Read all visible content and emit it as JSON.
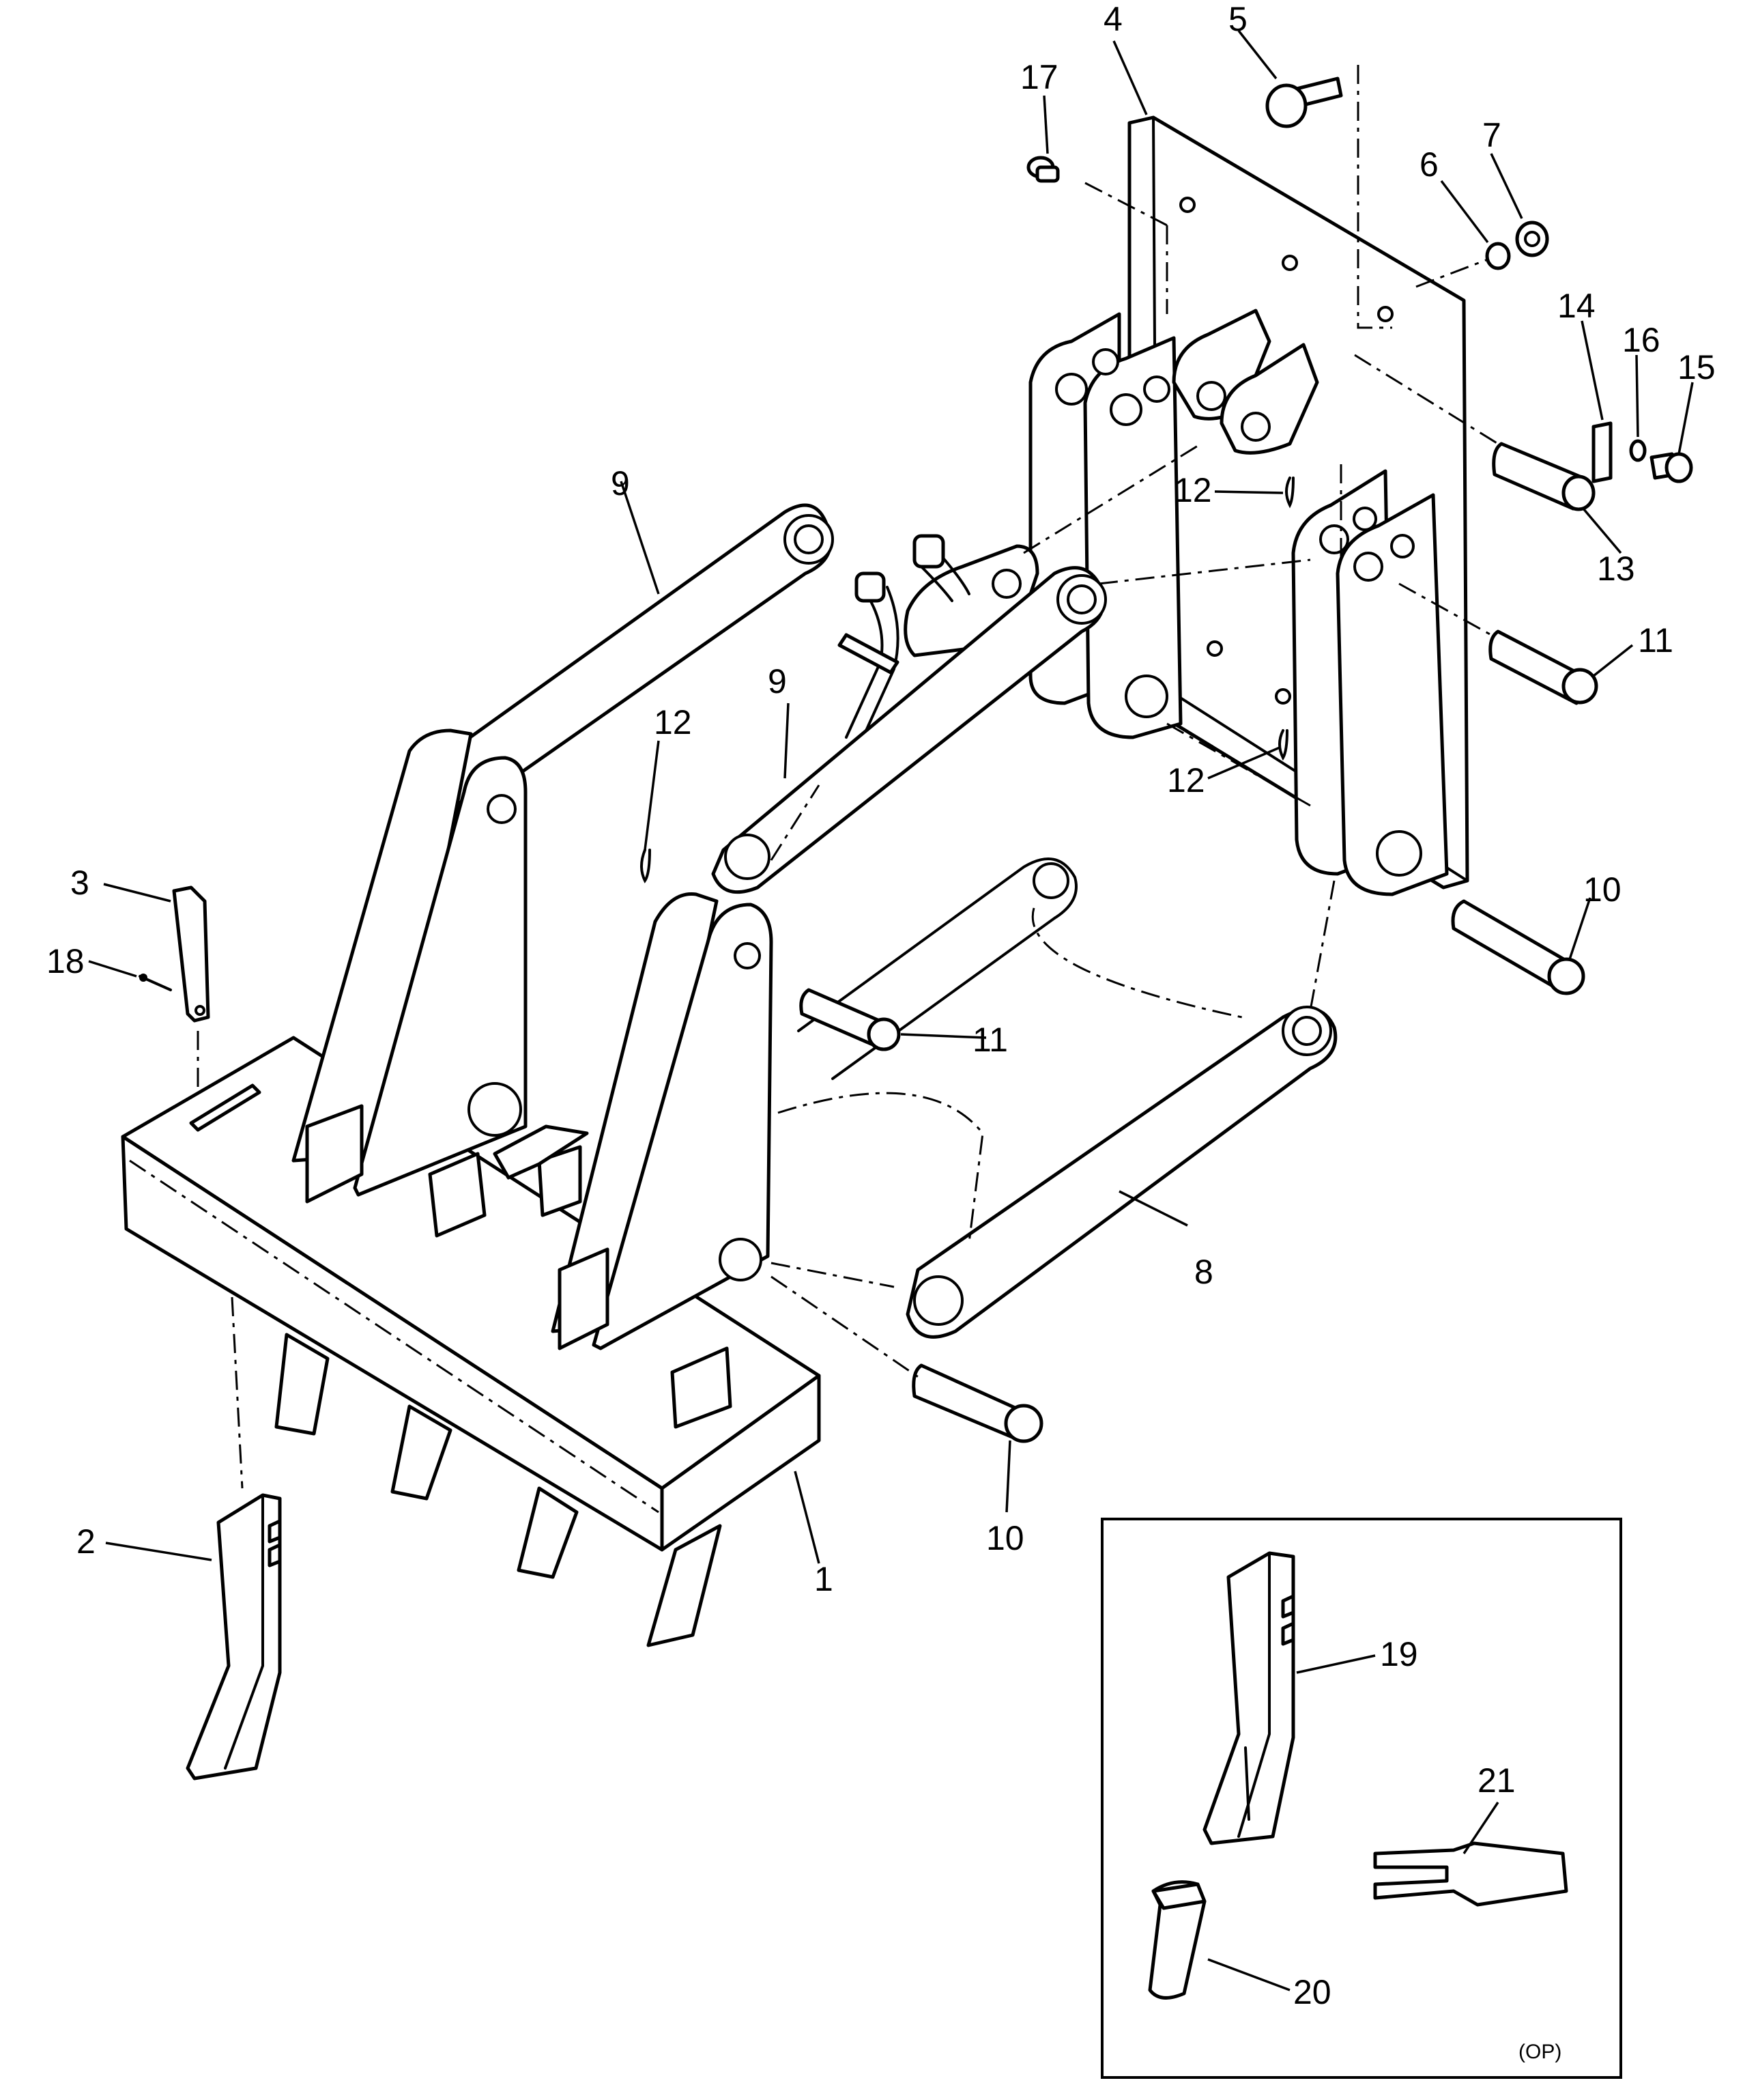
{
  "callouts": {
    "p1": "1",
    "p2": "2",
    "p3": "3",
    "p4": "4",
    "p5": "5",
    "p6": "6",
    "p7": "7",
    "p8": "8",
    "p9a": "9",
    "p9b": "9",
    "p10a": "10",
    "p10b": "10",
    "p11a": "11",
    "p11b": "11",
    "p12a": "12",
    "p12b": "12",
    "p12c": "12",
    "p13": "13",
    "p14": "14",
    "p15": "15",
    "p16": "16",
    "p17": "17",
    "p18": "18",
    "p19": "19",
    "p20": "20",
    "p21": "21"
  },
  "inset": {
    "tag": "(OP)"
  },
  "colors": {
    "ink": "#000000",
    "paper": "#ffffff"
  }
}
